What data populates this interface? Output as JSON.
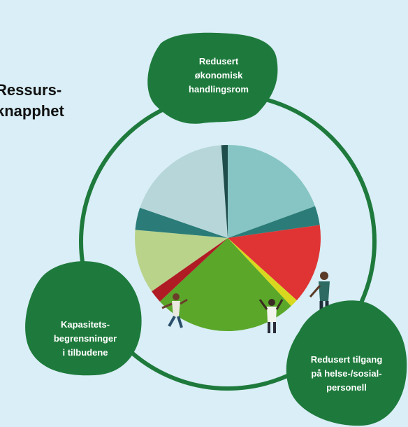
{
  "title": "Ressurs-\nknapphet",
  "blobs": {
    "top": [
      "Redusert",
      "økonomisk",
      "handlingsrom"
    ],
    "left": [
      "Kapasitets-",
      "begrensninger",
      "i tilbudene"
    ],
    "right": [
      "Redusert tilgang",
      "på helse-/sosial-",
      "personell"
    ]
  },
  "colors": {
    "background": "#d9eef6",
    "ring": "#1e7a3c",
    "blob": "#1e7a3c",
    "pie": [
      "#86c5c3",
      "#2b7c78",
      "#e03434",
      "#d8d91e",
      "#5aa72a",
      "#b01c24",
      "#b9d38b",
      "#2b7c78",
      "#b6d6d9",
      "#1f4d4b"
    ]
  },
  "pie_segments": [
    {
      "color": "#86c5c3",
      "angle": 70
    },
    {
      "color": "#2b7c78",
      "angle": 12
    },
    {
      "color": "#e03434",
      "angle": 50
    },
    {
      "color": "#d8d91e",
      "angle": 5
    },
    {
      "color": "#5aa72a",
      "angle": 90
    },
    {
      "color": "#b01c24",
      "angle": 8
    },
    {
      "color": "#b9d38b",
      "angle": 40
    },
    {
      "color": "#2b7c78",
      "angle": 14
    },
    {
      "color": "#b6d6d9",
      "angle": 67
    },
    {
      "color": "#1f4d4b",
      "angle": 4
    }
  ]
}
